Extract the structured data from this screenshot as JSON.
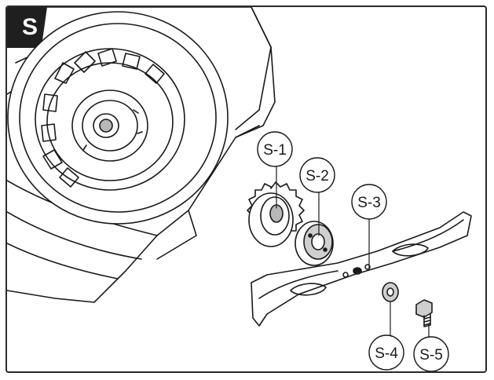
{
  "figure": {
    "section_badge": "S",
    "labels": {
      "s1": "S-1",
      "s2": "S-2",
      "s3": "S-3",
      "s4": "S-4",
      "s5": "S-5"
    }
  },
  "colors": {
    "line": "#1a1a1a",
    "badge_bg": "#1f1f1f",
    "hub_fill": "#b8b8b8"
  }
}
